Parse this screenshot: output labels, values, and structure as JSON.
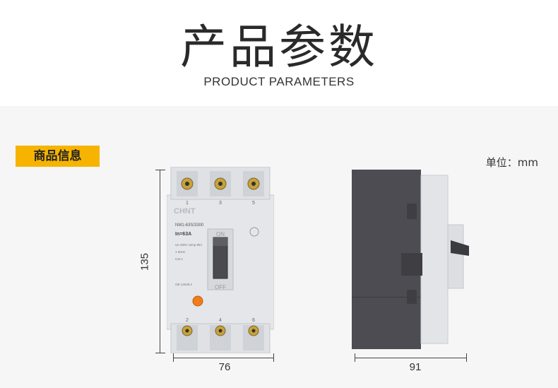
{
  "header": {
    "title_cn": "产品参数",
    "title_en": "PRODUCT PARAMETERS"
  },
  "section": {
    "badge_label": "商品信息",
    "unit_label": "单位：mm"
  },
  "dimensions": {
    "height": "135",
    "width": "76",
    "depth": "91"
  },
  "breaker": {
    "brand": "CHNT",
    "model": "NM1-63S/3300",
    "rating": "In=63A",
    "on_label": "ON",
    "off_label": "OFF",
    "terminal_top": [
      "1",
      "3",
      "5"
    ],
    "terminal_bottom": [
      "2",
      "4",
      "6"
    ],
    "spec_lines": [
      "Ue 400V  Uimp 8kV",
      "1 50Hz",
      "Cat A"
    ],
    "standard": "GB 14048.2"
  },
  "colors": {
    "badge": "#f6b400",
    "breaker_body": "#e4e6ea",
    "side_dark": "#4c4c52",
    "test_button": "#f07d1a"
  }
}
